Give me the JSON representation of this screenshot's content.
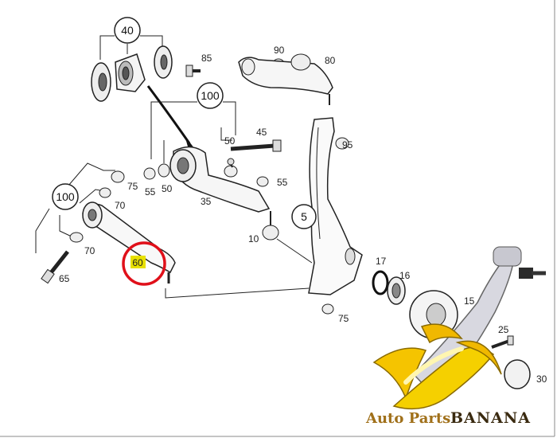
{
  "diagram": {
    "callouts": {
      "c40": "40",
      "c100a": "100",
      "c100b": "100",
      "c5": "5"
    },
    "labels": {
      "l85": "85",
      "l90": "90",
      "l80": "80",
      "l50a": "50",
      "l45": "45",
      "l95": "95",
      "l55a": "55",
      "l50b": "50",
      "l55b": "55",
      "l35": "35",
      "l75a": "75",
      "l70a": "70",
      "l70b": "70",
      "l65": "65",
      "l60": "60",
      "l10": "10",
      "l17": "17",
      "l16": "16",
      "l15": "15",
      "l75b": "75",
      "l25": "25",
      "l30": "30"
    },
    "highlight_color": "#e8e000",
    "circle_color": "#e0101a"
  },
  "watermark": {
    "text_a": "Auto Parts",
    "text_b": "BANANA"
  }
}
